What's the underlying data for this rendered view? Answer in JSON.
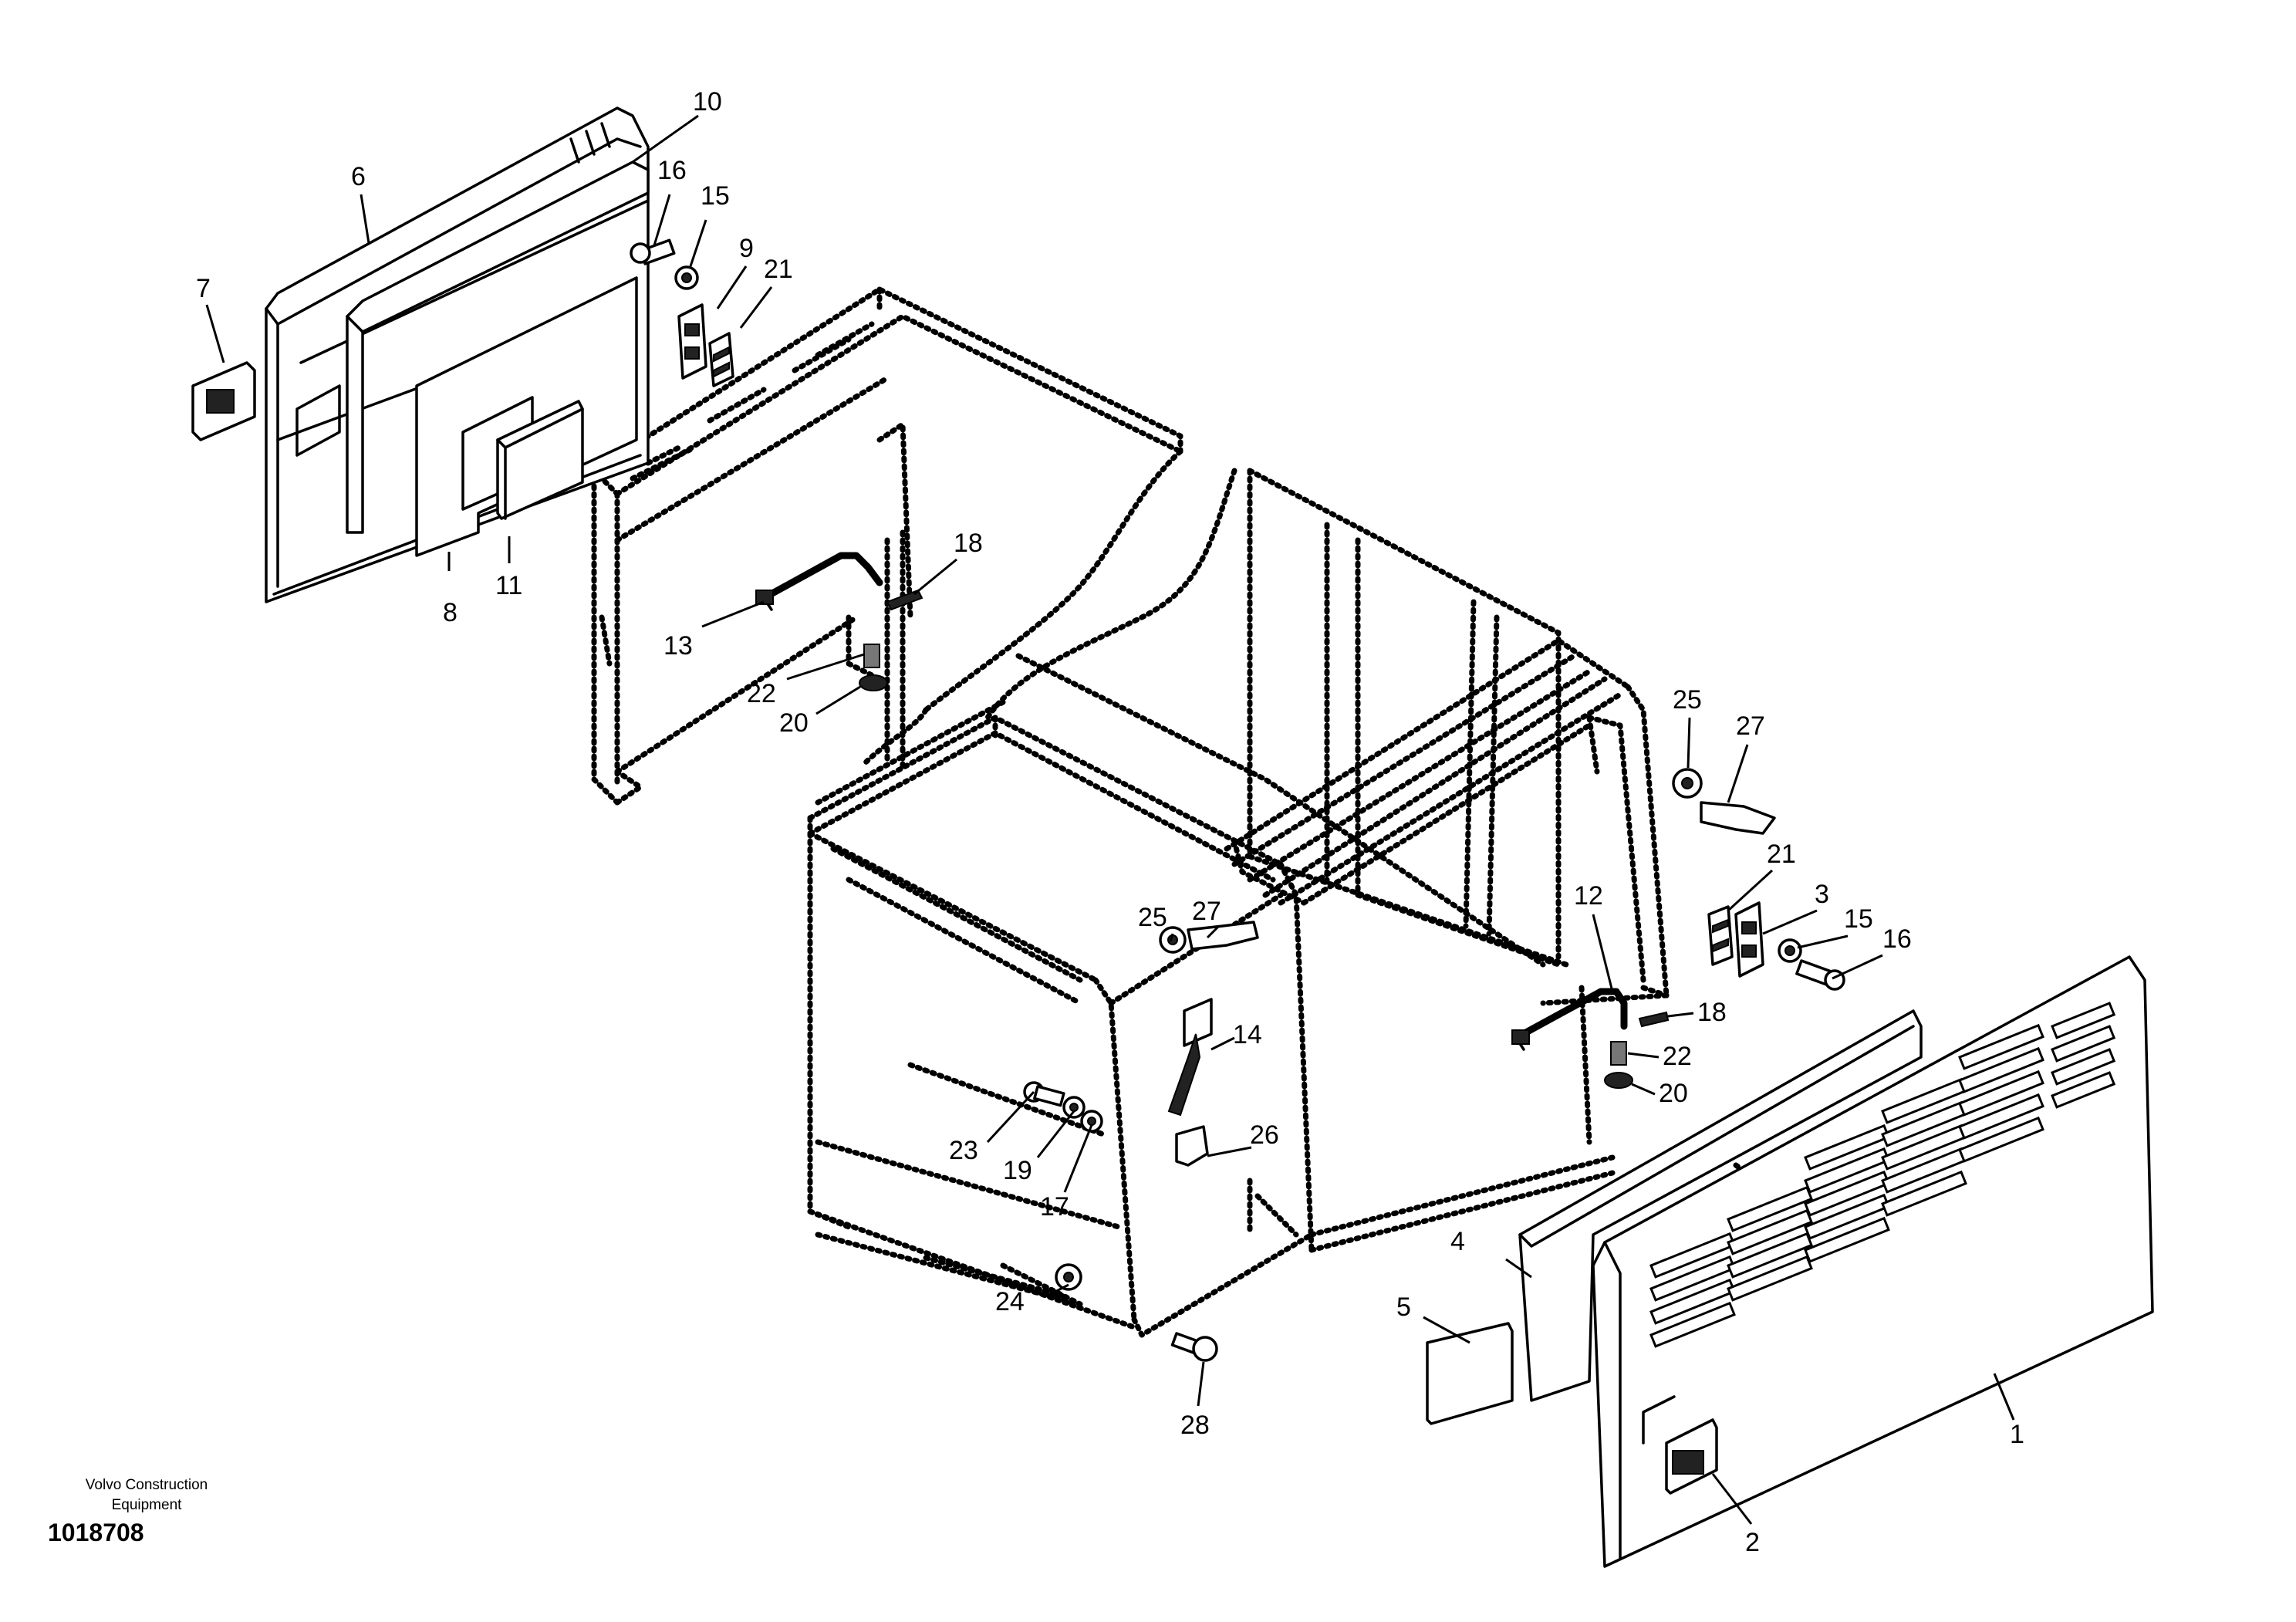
{
  "brand": {
    "line1": "Volvo Construction",
    "line2": "Equipment"
  },
  "drawing_number": "1018708",
  "callouts": [
    {
      "id": "c10",
      "label": "10"
    },
    {
      "id": "c6",
      "label": "6"
    },
    {
      "id": "c16a",
      "label": "16"
    },
    {
      "id": "c15a",
      "label": "15"
    },
    {
      "id": "c9",
      "label": "9"
    },
    {
      "id": "c21a",
      "label": "21"
    },
    {
      "id": "c7",
      "label": "7"
    },
    {
      "id": "c8",
      "label": "8"
    },
    {
      "id": "c11",
      "label": "11"
    },
    {
      "id": "c18a",
      "label": "18"
    },
    {
      "id": "c13",
      "label": "13"
    },
    {
      "id": "c22a",
      "label": "22"
    },
    {
      "id": "c20a",
      "label": "20"
    },
    {
      "id": "c25a",
      "label": "25"
    },
    {
      "id": "c27a",
      "label": "27"
    },
    {
      "id": "c21b",
      "label": "21"
    },
    {
      "id": "c3",
      "label": "3"
    },
    {
      "id": "c15b",
      "label": "15"
    },
    {
      "id": "c16b",
      "label": "16"
    },
    {
      "id": "c12",
      "label": "12"
    },
    {
      "id": "c18b",
      "label": "18"
    },
    {
      "id": "c22b",
      "label": "22"
    },
    {
      "id": "c20b",
      "label": "20"
    },
    {
      "id": "c25b",
      "label": "25"
    },
    {
      "id": "c27b",
      "label": "27"
    },
    {
      "id": "c14",
      "label": "14"
    },
    {
      "id": "c23",
      "label": "23"
    },
    {
      "id": "c19",
      "label": "19"
    },
    {
      "id": "c17",
      "label": "17"
    },
    {
      "id": "c26",
      "label": "26"
    },
    {
      "id": "c4",
      "label": "4"
    },
    {
      "id": "c5",
      "label": "5"
    },
    {
      "id": "c24",
      "label": "24"
    },
    {
      "id": "c28",
      "label": "28"
    },
    {
      "id": "c1",
      "label": "1"
    },
    {
      "id": "c2",
      "label": "2"
    }
  ]
}
